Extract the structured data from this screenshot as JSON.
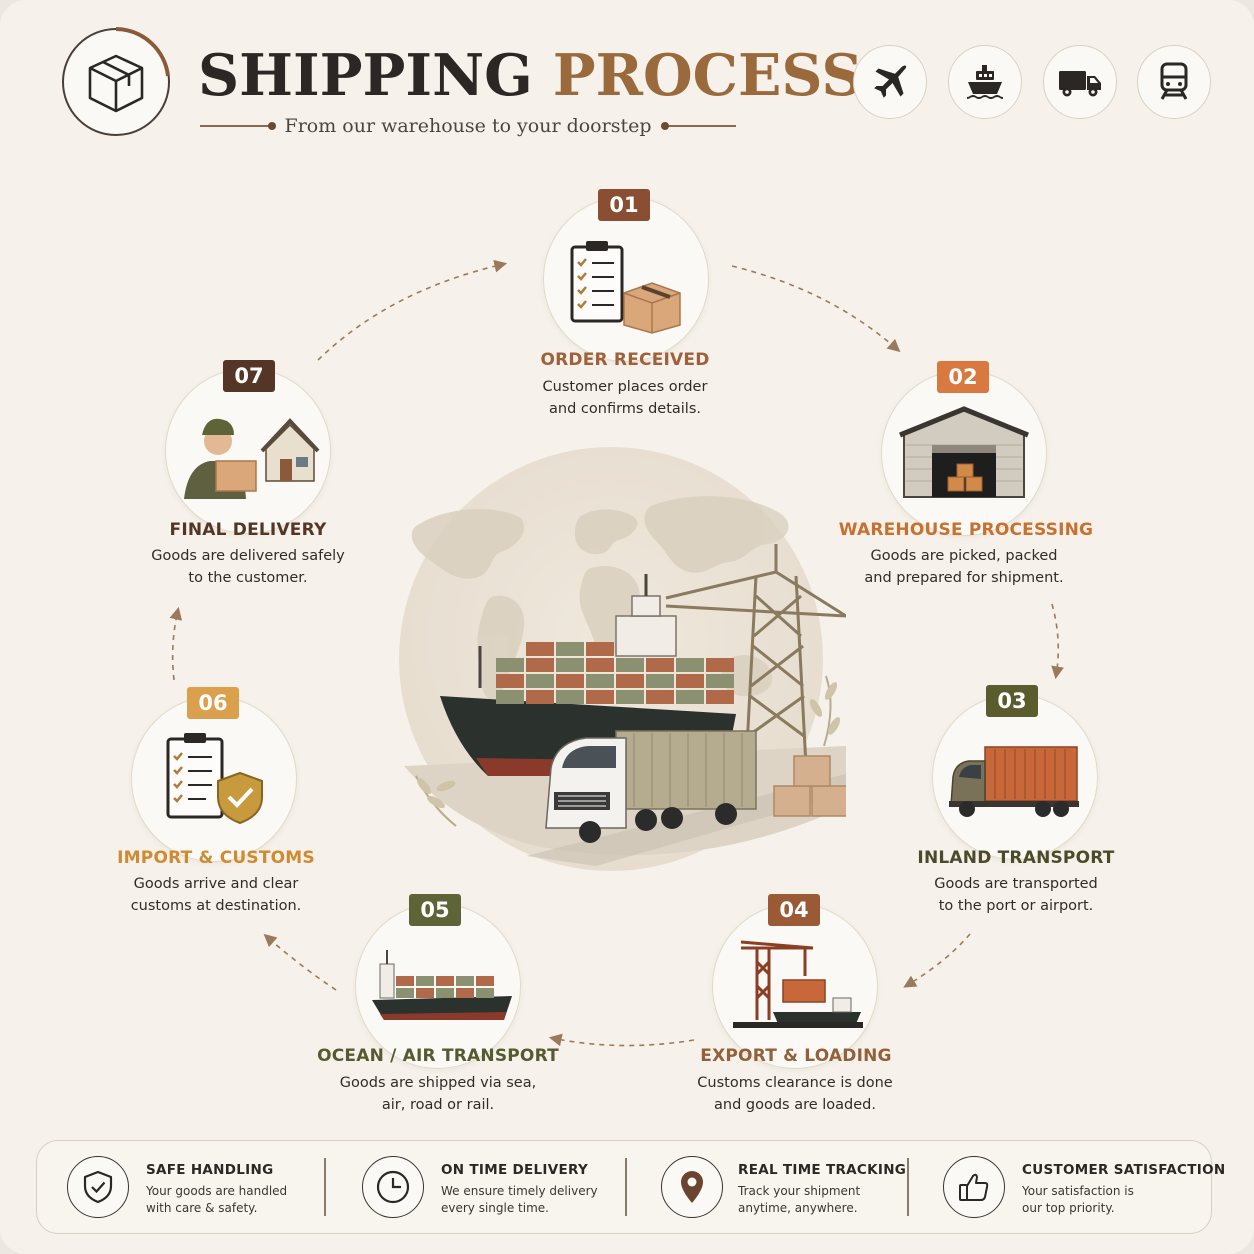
{
  "header": {
    "title_part1": "SHIPPING",
    "title_part2": "PROCESS",
    "subtitle": "From our warehouse to your doorstep",
    "logo_icon": "box-icon",
    "mode_icons": [
      "airplane-icon",
      "ship-icon",
      "truck-icon",
      "train-icon"
    ]
  },
  "colors": {
    "background": "#f6f2eb",
    "title_dark": "#2b2724",
    "title_accent": "#9a6a3c",
    "badge_01": "#8a4e33",
    "badge_02": "#d9793f",
    "badge_03": "#5a5c2e",
    "badge_04": "#9a5a36",
    "badge_05": "#5e6438",
    "badge_06": "#dba04c",
    "badge_07": "#553626",
    "footer_border": "#d8cfc0"
  },
  "steps": [
    {
      "number": "01",
      "title": "ORDER RECEIVED",
      "desc_line1": "Customer places order",
      "desc_line2": "and confirms details.",
      "icon": "clipboard-box-icon",
      "title_color": "#a0603a"
    },
    {
      "number": "02",
      "title": "WAREHOUSE PROCESSING",
      "desc_line1": "Goods are picked, packed",
      "desc_line2": "and prepared for shipment.",
      "icon": "warehouse-icon",
      "title_color": "#c8702f"
    },
    {
      "number": "03",
      "title": "INLAND TRANSPORT",
      "desc_line1": "Goods are transported",
      "desc_line2": "to the port or airport.",
      "icon": "container-truck-icon",
      "title_color": "#4d4a2a"
    },
    {
      "number": "04",
      "title": "EXPORT & LOADING",
      "desc_line1": "Customs clearance is done",
      "desc_line2": "and goods are loaded.",
      "icon": "crane-loading-icon",
      "title_color": "#94603a"
    },
    {
      "number": "05",
      "title": "OCEAN / AIR TRANSPORT",
      "desc_line1": "Goods are shipped via sea,",
      "desc_line2": "air, road or rail.",
      "icon": "cargo-ship-icon",
      "title_color": "#565a30"
    },
    {
      "number": "06",
      "title": "IMPORT & CUSTOMS",
      "desc_line1": "Goods arrive and clear",
      "desc_line2": "customs at destination.",
      "icon": "clipboard-shield-icon",
      "title_color": "#d08a32"
    },
    {
      "number": "07",
      "title": "FINAL DELIVERY",
      "desc_line1": "Goods are delivered safely",
      "desc_line2": "to the customer.",
      "icon": "courier-house-icon",
      "title_color": "#553626"
    }
  ],
  "features": [
    {
      "title": "SAFE HANDLING",
      "desc_line1": "Your goods are handled",
      "desc_line2": "with care & safety.",
      "icon": "shield-check-icon"
    },
    {
      "title": "ON TIME DELIVERY",
      "desc_line1": "We ensure timely delivery",
      "desc_line2": "every single time.",
      "icon": "clock-icon"
    },
    {
      "title": "REAL TIME TRACKING",
      "desc_line1": "Track your shipment",
      "desc_line2": "anytime, anywhere.",
      "icon": "location-pin-icon"
    },
    {
      "title": "CUSTOMER SATISFACTION",
      "desc_line1": "Your satisfaction is",
      "desc_line2": "our top priority.",
      "icon": "thumbs-up-icon"
    }
  ]
}
